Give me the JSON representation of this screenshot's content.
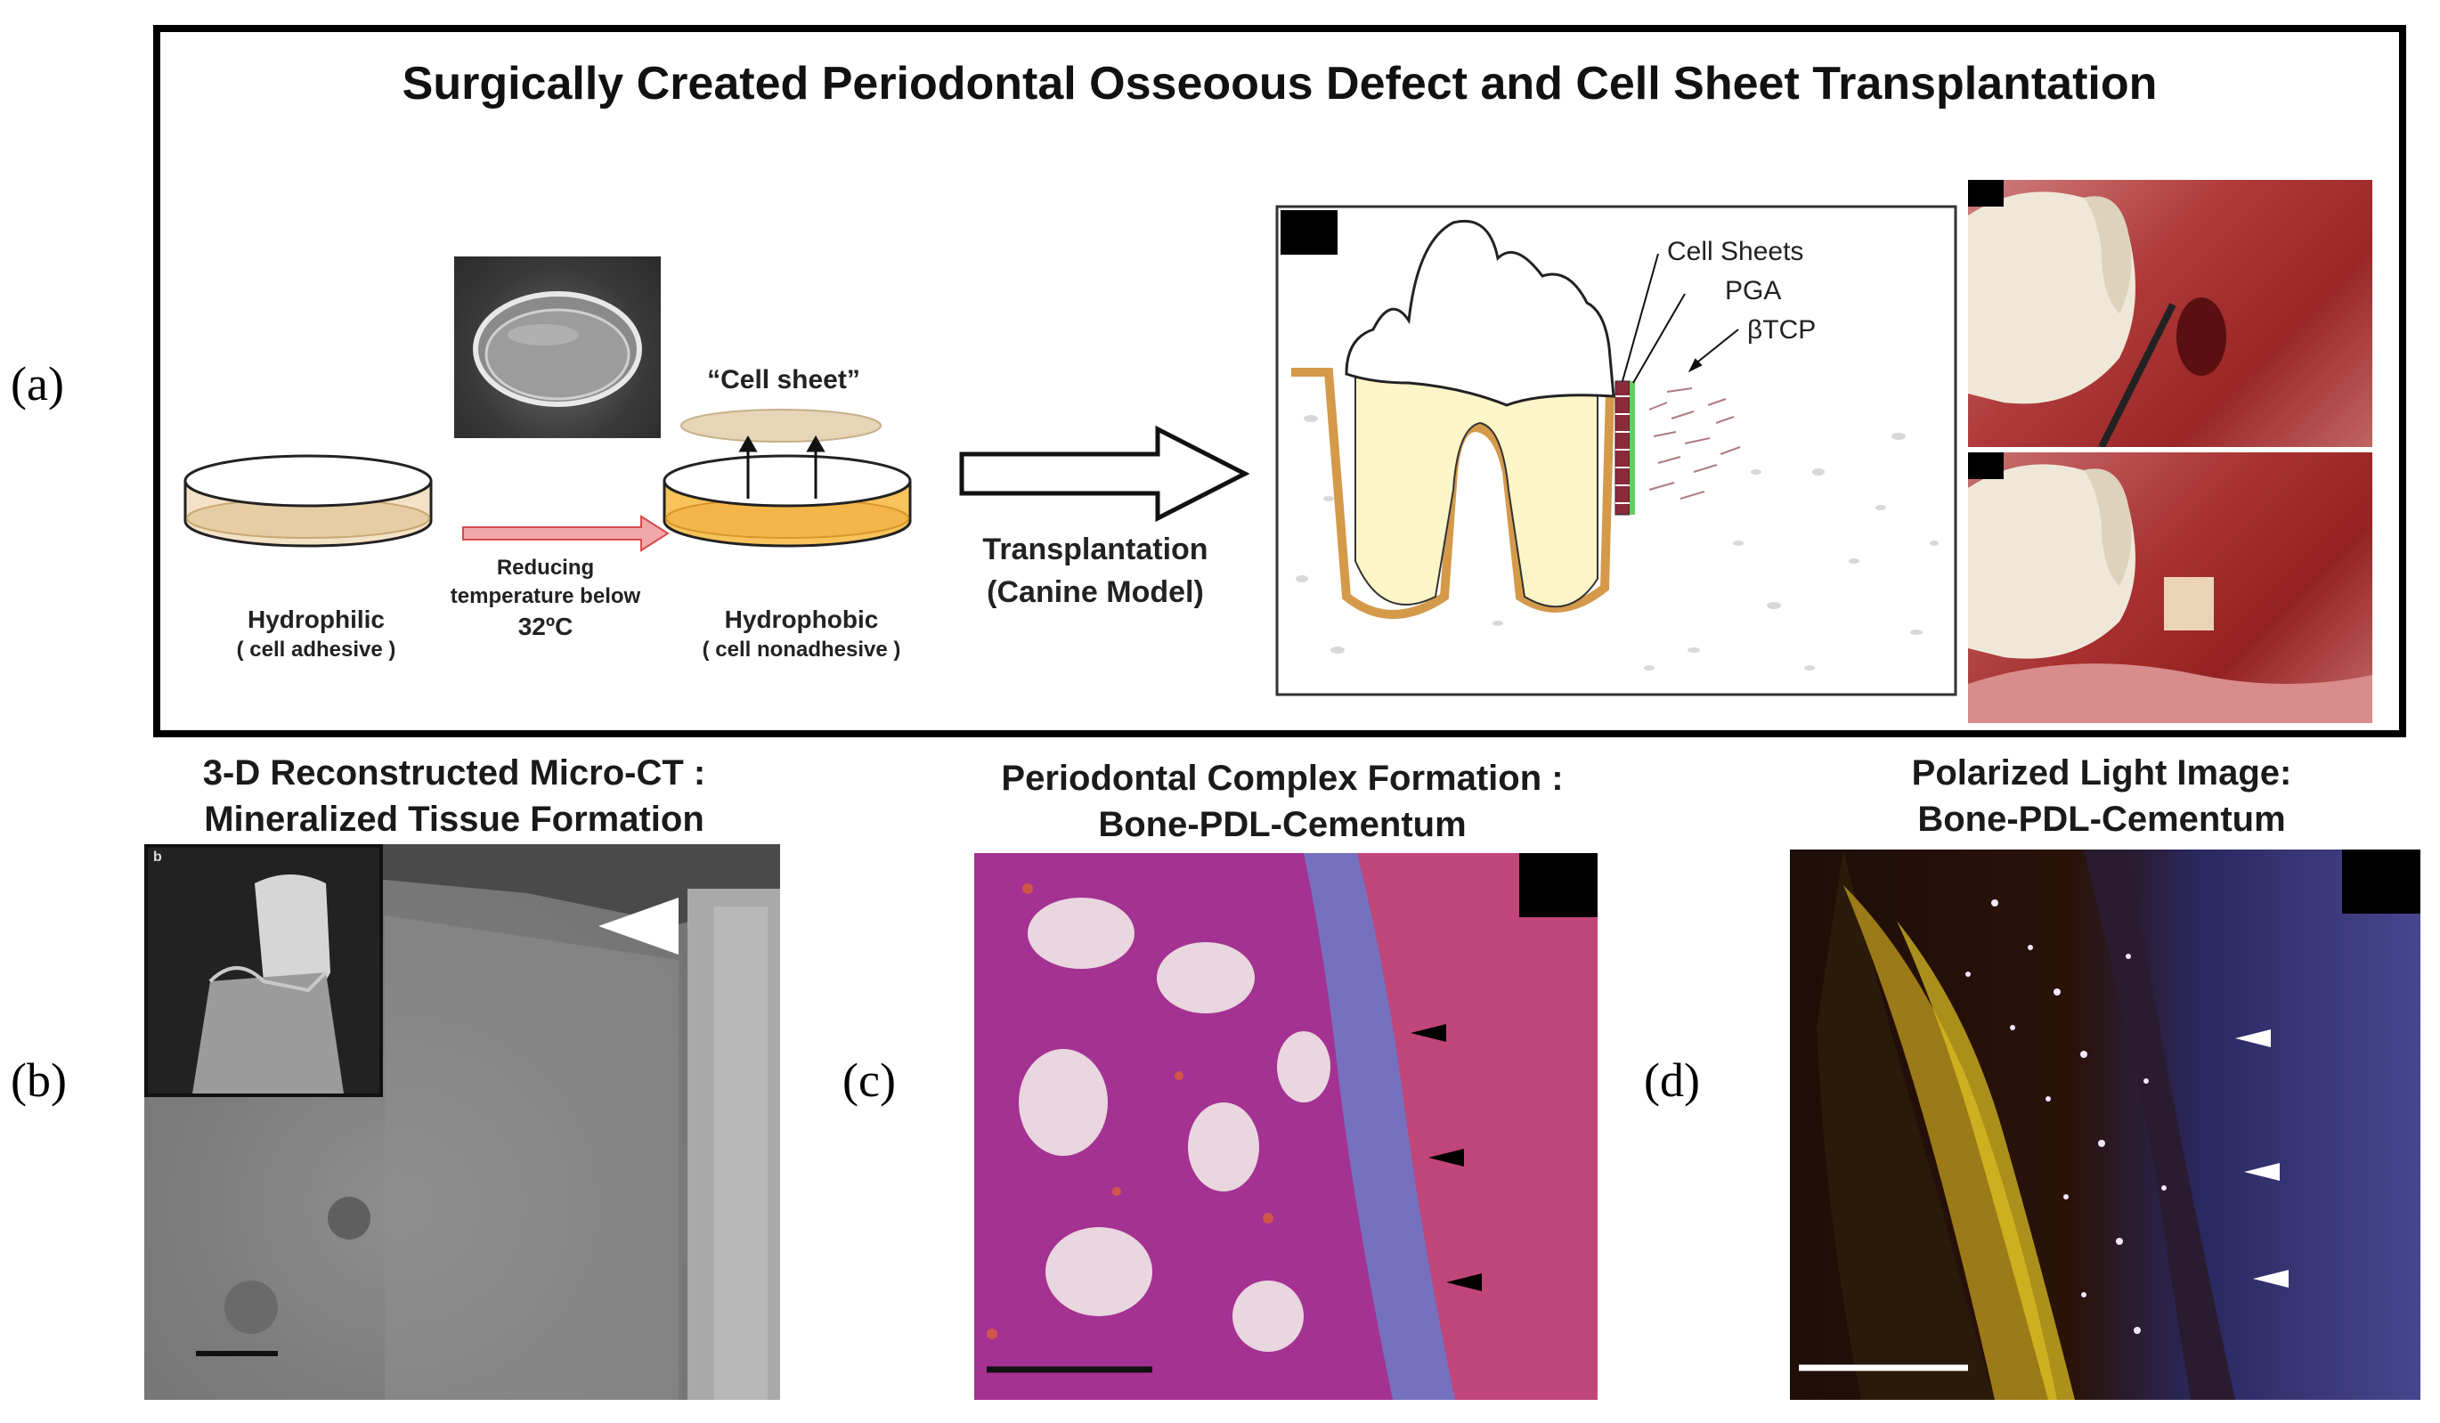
{
  "panel_a": {
    "letter": "(a)",
    "title": "Surgically Created Periodontal Osseoous Defect and Cell Sheet Transplantation",
    "cell_sheet_label": "“Cell sheet”",
    "left_dish": {
      "name": "Hydrophilic",
      "note": "( cell adhesive )"
    },
    "temp_arrow": {
      "line1": "Reducing",
      "line2": "temperature below",
      "line3": "32ºC"
    },
    "right_dish": {
      "name": "Hydrophobic",
      "note": "( cell nonadhesive )"
    },
    "transplant": {
      "line1": "Transplantation",
      "line2": "(Canine Model)"
    },
    "diagram_labels": {
      "cell_sheets": "Cell Sheets",
      "pga": "PGA",
      "btcp": "βTCP"
    }
  },
  "panel_b": {
    "letter": "(b)",
    "title_line1": "3-D Reconstructed Micro-CT :",
    "title_line2": "Mineralized Tissue Formation",
    "inset_letter": "b"
  },
  "panel_c": {
    "letter": "(c)",
    "title_line1": "Periodontal Complex Formation :",
    "title_line2": "Bone-PDL-Cementum"
  },
  "panel_d": {
    "letter": "(d)",
    "title_line1": "Polarized Light Image:",
    "title_line2": "Bone-PDL-Cementum"
  }
}
